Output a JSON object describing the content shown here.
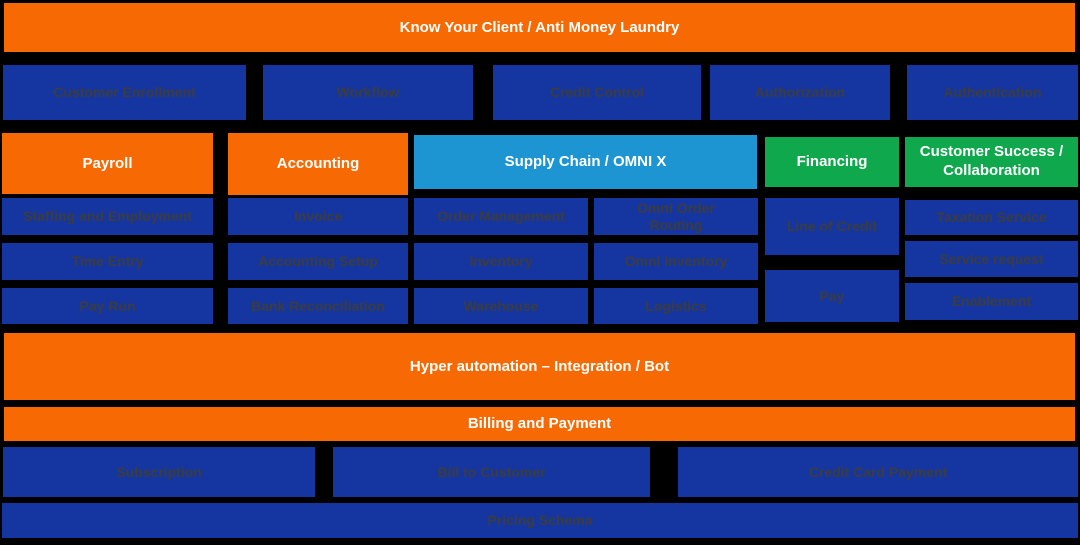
{
  "colors": {
    "background": "#000000",
    "orange": "#F76902",
    "blue": "#1535A0",
    "light_blue": "#1E95D3",
    "green": "#0FA84D",
    "dark_text": "#3D3D3D",
    "light_text": "#FFFFFF"
  },
  "kyc_banner": {
    "label": "Know Your Client / Anti Money Laundry"
  },
  "services_row": {
    "customer_enrollment": "Customer Enrollment",
    "workflow": "Workflow",
    "credit_control": "Credit Control",
    "authorization": "Authorization",
    "authentication": "Authentication"
  },
  "modules": {
    "payroll": {
      "header": "Payroll",
      "items": [
        "Staffing and Employment",
        "Time Entry",
        "Pay Run"
      ]
    },
    "accounting": {
      "header": "Accounting",
      "items": [
        "Invoice",
        "Accounting Setup",
        "Bank Reconciliation"
      ]
    },
    "supply_chain": {
      "header": "Supply Chain / OMNI X",
      "col1": [
        "Order Management",
        "Inventory",
        "Warehouse"
      ],
      "col2": [
        "Omni Order Routing",
        "Omni Inventory",
        "Logistics"
      ]
    },
    "financing": {
      "header": "Financing",
      "items": [
        "Line of Credit",
        "Pay"
      ]
    },
    "customer_success": {
      "header": "Customer Success / Collaboration",
      "items": [
        "Taxation Service",
        "Service request",
        "Enablement"
      ]
    }
  },
  "hyper_automation_banner": {
    "label": "Hyper automation – Integration / Bot"
  },
  "billing_banner": {
    "label": "Billing and Payment"
  },
  "billing_row": {
    "items": [
      "Subscription",
      "Bill to Customer",
      "Credit Card Payment"
    ]
  },
  "pricing_bar": {
    "label": "Pricing Schema"
  }
}
